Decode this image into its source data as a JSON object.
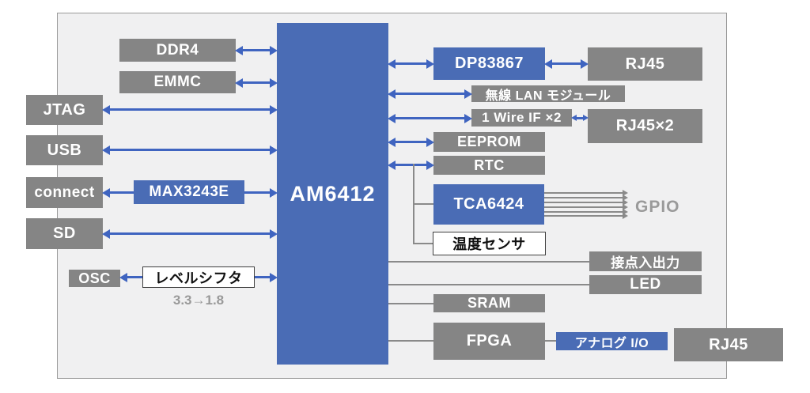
{
  "colors": {
    "box_blue": "#4a6cb5",
    "box_gray": "#858585",
    "arrow_blue": "#3f64c0",
    "line_gray": "#8a8a8a"
  },
  "soc": {
    "label": "AM6412"
  },
  "left": {
    "ddr4": "DDR4",
    "emmc": "EMMC",
    "jtag": "JTAG",
    "usb": "USB",
    "connect": "connect",
    "max3243e": "MAX3243E",
    "sd": "SD",
    "osc": "OSC",
    "level_shifter": "レベルシフタ",
    "level_note": "3.3→1.8"
  },
  "right": {
    "dp83867": "DP83867",
    "rj45_top": "RJ45",
    "wlan_module": "無線 LAN モジュール",
    "one_wire_if": "1 Wire IF ×2",
    "rj45_x2": "RJ45×2",
    "eeprom": "EEPROM",
    "rtc": "RTC",
    "tca6424": "TCA6424",
    "gpio": "GPIO",
    "temp_sensor": "温度センサ",
    "contact_io": "接点入出力",
    "led": "LED",
    "sram": "SRAM",
    "fpga": "FPGA",
    "analog_io": "アナログ I/O",
    "rj45_bottom": "RJ45"
  }
}
